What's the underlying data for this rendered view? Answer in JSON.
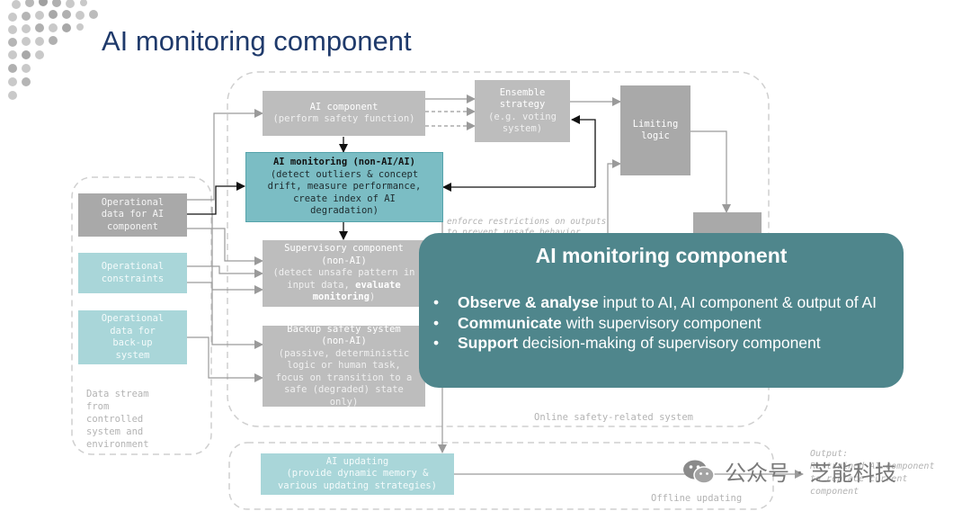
{
  "title": "AI monitoring component",
  "boxes": {
    "ai_component": {
      "title": "AI component",
      "sub": "(perform safety function)"
    },
    "ensemble": {
      "title": "Ensemble\nstrategy",
      "sub": "(e.g. voting\nsystem)"
    },
    "limiting": {
      "title": "Limiting\nlogic"
    },
    "monitoring": {
      "title": "AI monitoring (non-AI/AI)",
      "sub": "(detect outliers & concept\ndrift, measure performance,\ncreate index of AI\ndegradation)"
    },
    "supervisory": {
      "title": "Supervisory component\n(non-AI)",
      "sub": "(detect unsafe pattern in\ninput data, ",
      "sub_bold": "evaluate\nmonitoring",
      "sub_end": ")"
    },
    "backup": {
      "title": "Backup safety system\n(non-AI)",
      "sub": "(passive, deterministic\nlogic or human task,\nfocus on transition to a\nsafe (degraded) state\nonly)"
    },
    "op_data_ai": {
      "title": "Operational\ndata for AI\ncomponent"
    },
    "op_constraints": {
      "title": "Operational\nconstraints"
    },
    "op_data_backup": {
      "title": "Operational\ndata for\nback-up\nsystem"
    },
    "ai_updating": {
      "title": "AI updating",
      "sub": "(provide dynamic memory &\nvarious updating strategies)"
    }
  },
  "labels": {
    "data_stream": "Data stream\nfrom\ncontrolled\nsystem and\nenvironment",
    "enforce": "enforce restrictions on outputs\nto prevent unsafe behavior",
    "online": "Online safety-related system",
    "offline": "Offline updating",
    "output": "Output:\nRe-trained AI component\nto replace current\ncomponent"
  },
  "callout": {
    "heading": "AI monitoring component",
    "items": [
      {
        "bold": "Observe & analyse",
        "rest": " input to AI, AI component & output of AI"
      },
      {
        "bold": "Communicate",
        "rest": " with supervisory component"
      },
      {
        "bold": "Support",
        "rest": " decision-making of supervisory component"
      }
    ]
  },
  "watermark": "公众号 · 芝能科技",
  "colors": {
    "title": "#1f3a6b",
    "callout": "#4f868c",
    "teal": "#7bbdc4",
    "light_teal": "#a9d6d9",
    "grey": "#bdbdbd"
  }
}
